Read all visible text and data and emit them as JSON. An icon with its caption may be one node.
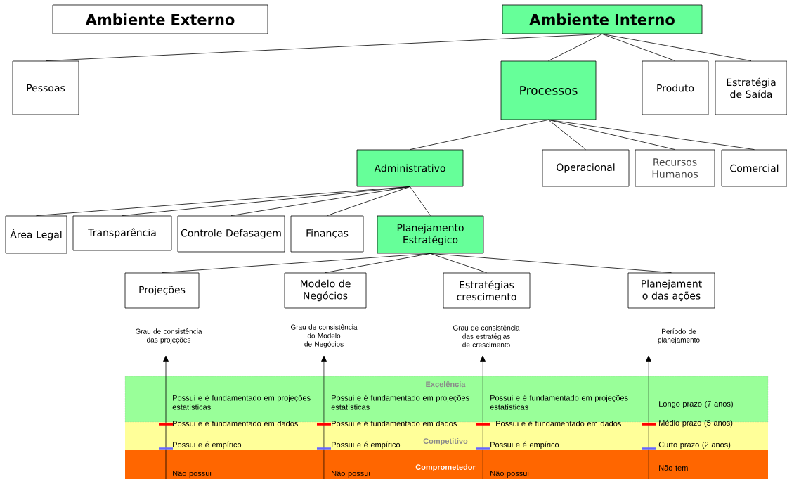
{
  "diagram": {
    "nodes": [
      {
        "text": [
          "Ambiente Externo"
        ]
      },
      {
        "text": [
          "Ambiente Interno"
        ]
      },
      {
        "text": [
          "Pessoas"
        ]
      },
      {
        "text": [
          "Processos"
        ]
      },
      {
        "text": [
          "Produto"
        ]
      },
      {
        "text": [
          "Estratégia de Saída"
        ]
      },
      {
        "text": [
          "Administrativo"
        ]
      },
      {
        "text": [
          "Operacional"
        ]
      },
      {
        "text": [
          "Recursos Humanos"
        ]
      },
      {
        "text": [
          "Comercial"
        ]
      },
      {
        "text": [
          "Área Legal"
        ]
      },
      {
        "text": [
          "Transparência"
        ]
      },
      {
        "text": [
          "Controle Defasagem"
        ]
      },
      {
        "text": [
          "Finanças"
        ]
      },
      {
        "text": [
          "Planejamento Estratégico"
        ]
      },
      {
        "text": [
          "Projeções"
        ]
      },
      {
        "text": [
          "Modelo de Negócios"
        ]
      },
      {
        "text": [
          "Estratégias crescimento"
        ]
      },
      {
        "text": [
          "Planejament o das ações"
        ]
      },
      {
        "text": [
          "Excelência"
        ]
      },
      {
        "text": [
          "Competitivo"
        ]
      },
      {
        "text": [
          "Comprometedor"
        ]
      }
    ],
    "edges": [
      {
        "from": 1,
        "to": 2,
        "arrow": "none"
      },
      {
        "from": 1,
        "to": 3,
        "arrow": "none"
      },
      {
        "from": 1,
        "to": 4,
        "arrow": "none"
      },
      {
        "from": 1,
        "to": 5,
        "arrow": "none"
      },
      {
        "from": 3,
        "to": 6,
        "arrow": "none"
      },
      {
        "from": 3,
        "to": 7,
        "arrow": "none"
      },
      {
        "from": 3,
        "to": 8,
        "arrow": "none"
      },
      {
        "from": 3,
        "to": 9,
        "arrow": "none"
      },
      {
        "from": 6,
        "to": 10,
        "arrow": "none"
      },
      {
        "from": 6,
        "to": 11,
        "arrow": "none"
      },
      {
        "from": 6,
        "to": 12,
        "arrow": "none"
      },
      {
        "from": 6,
        "to": 13,
        "arrow": "none"
      },
      {
        "from": 6,
        "to": 14,
        "arrow": "none"
      },
      {
        "from": 14,
        "to": 15,
        "arrow": "none"
      },
      {
        "from": 14,
        "to": 16,
        "arrow": "none"
      },
      {
        "from": 14,
        "to": 17,
        "arrow": "none"
      },
      {
        "from": 14,
        "to": 18,
        "arrow": "none"
      }
    ],
    "labels": [
      "Grau de consistência das projeções",
      "Grau de consistência do Modelo de Negócios",
      "Grau de consistência das estratégias de crescimento",
      "Período de planejamento",
      "Possui e é fundamentado em projeções estatísticas",
      "Possui e é fundamentado em projeções estatísticas",
      "Possui e é fundamentado em projeções estatísticas",
      "Longo prazo (7 anos)",
      "Possui e é fundamentado em dados",
      "Possui e é fundamentado em dados",
      "Possui e é fundamentado em dados",
      "Médio prazo (5 anos)",
      "Possui e é empírico",
      "Possui e é empírico",
      "Possui e é empírico",
      "Curto prazo (2 anos)",
      "Não possui",
      "Não possui",
      "Não possui",
      "Não tem"
    ]
  }
}
